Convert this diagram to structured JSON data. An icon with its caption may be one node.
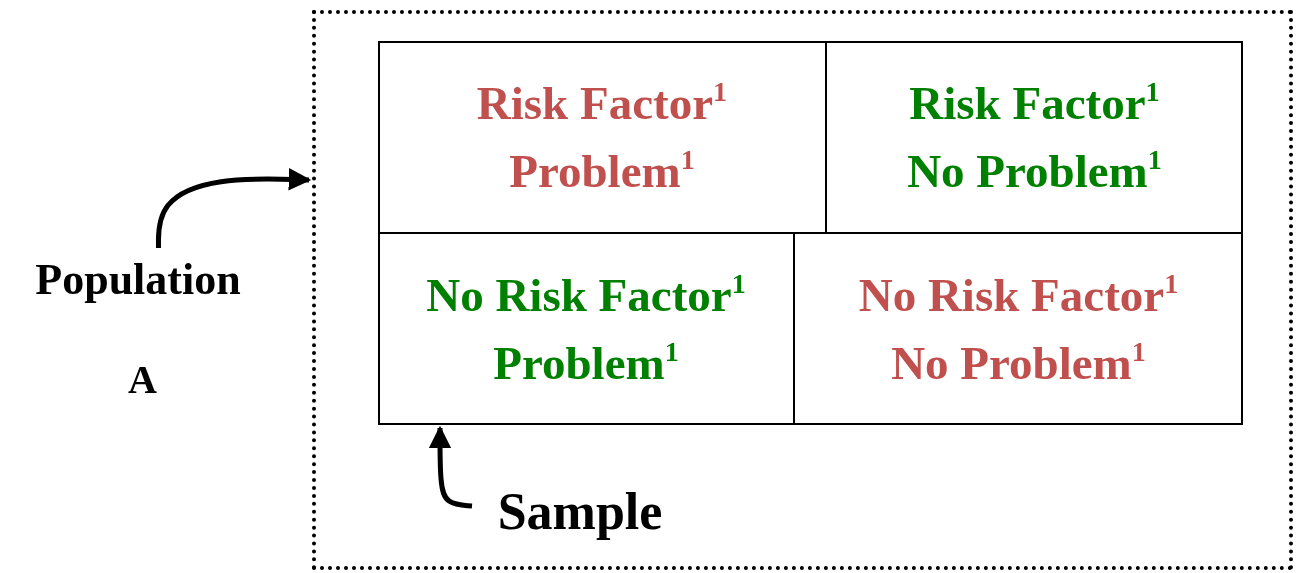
{
  "diagram": {
    "nodes": [
      {
        "text": [],
        "shape": "box"
      },
      {
        "text": [],
        "shape": "box",
        "in": 0
      },
      {
        "text": [
          "Risk Factor$^{1}$",
          "Problem$^{1}$"
        ],
        "in": 1
      },
      {
        "text": [
          "Risk Factor$^{1}$",
          "No Problem$^{1}$"
        ],
        "in": 1
      },
      {
        "text": [
          "No Risk Factor$^{1}$",
          "Problem$^{1}$"
        ],
        "in": 1
      },
      {
        "text": [
          "No Risk Factor$^{1}$",
          "No Problem$^{1}$"
        ],
        "in": 1
      },
      {
        "text": [
          "Population"
        ]
      },
      {
        "text": [
          "Sample"
        ],
        "in": 0
      }
    ],
    "edges": [
      {
        "from": 6,
        "to": 0,
        "arrow": "to"
      },
      {
        "from": 7,
        "to": 1,
        "arrow": "to"
      }
    ],
    "labels": [
      "A"
    ]
  }
}
